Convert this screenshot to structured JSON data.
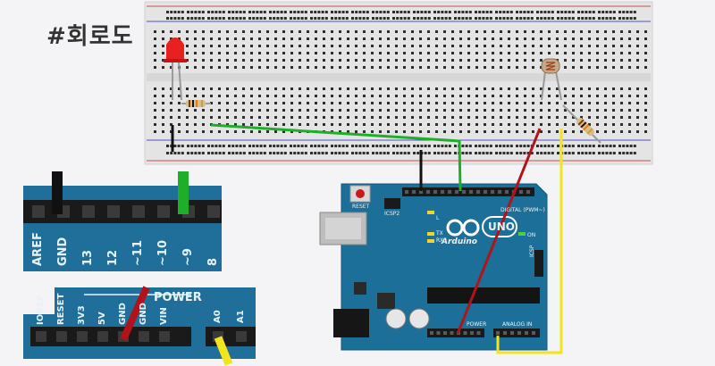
{
  "title": "#회로도",
  "digital_header": {
    "pins": [
      "AREF",
      "GND",
      "13",
      "12",
      "~11",
      "~10",
      "~9",
      "8"
    ]
  },
  "power_header": {
    "section_label": "POWER",
    "pins": [
      "IOREF",
      "RESET",
      "3V3",
      "5V",
      "GND",
      "GND",
      "VIN"
    ],
    "analog_pins": [
      "A0",
      "A1"
    ]
  },
  "uno_board": {
    "logo_text": "Arduino",
    "model": "UNO",
    "reset_label": "RESET",
    "icsp_label": "ICSP2",
    "icsp2_label": "ICSP",
    "digital_label": "DIGITAL (PWM~)",
    "power_label": "POWER",
    "analog_label": "ANALOG IN",
    "led_labels": [
      "L",
      "TX",
      "RX"
    ],
    "on_label": "ON"
  },
  "colors": {
    "board": "#1c6f98",
    "board_dark": "#15587a",
    "header": "#1e1e1e",
    "wire_green": "#1fae2a",
    "wire_red": "#b0141a",
    "wire_yellow": "#f2e41f",
    "wire_black": "#111111",
    "led": "#e82020"
  }
}
